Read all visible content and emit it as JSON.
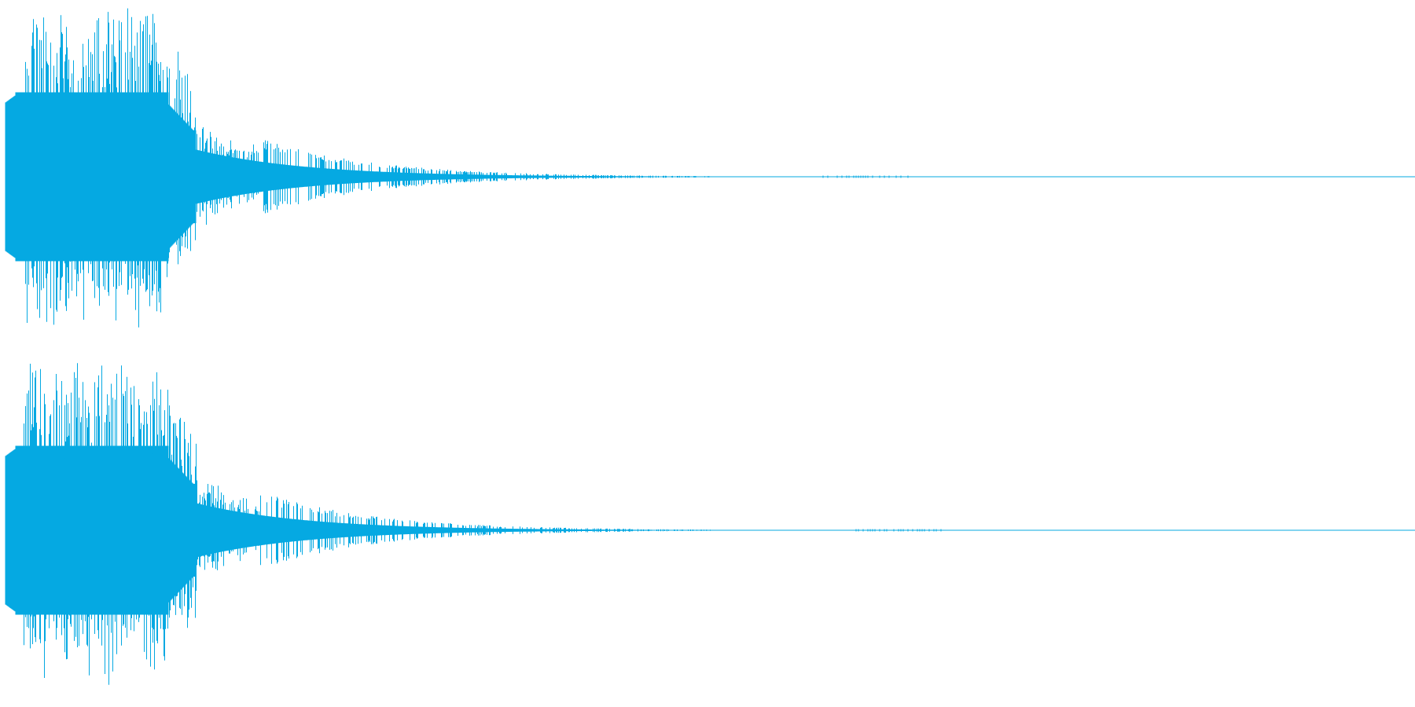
{
  "waveform": {
    "color": "#05a9e2",
    "background": "#ffffff",
    "channels": [
      {
        "name": "",
        "peak_level": 1.0,
        "attack_level": 0.5,
        "sustain_level": 0.32,
        "decay_end_fraction": 0.58
      },
      {
        "name": "",
        "peak_level": 1.0,
        "attack_level": 0.5,
        "sustain_level": 0.32,
        "decay_end_fraction": 0.6
      }
    ],
    "trailing_silence": true
  }
}
